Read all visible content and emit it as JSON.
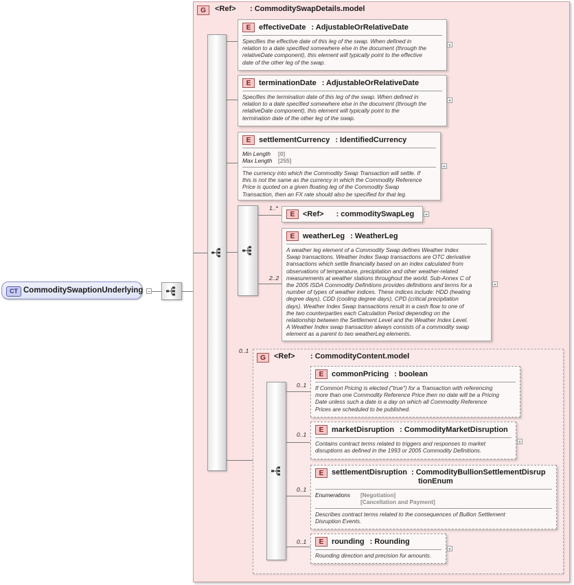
{
  "root": {
    "badge": "CT",
    "name": "CommoditySwaptionUnderlying",
    "collapse": "−"
  },
  "outer_group": {
    "badge": "G",
    "ref": "<Ref>",
    "name": ": CommoditySwapDetails.model"
  },
  "elements": {
    "effectiveDate": {
      "badge": "E",
      "name": "effectiveDate",
      "type": ": AdjustableOrRelativeDate",
      "doc": [
        "Specifies the effective date of this leg of the swap. When defined in",
        "relation to a date specified somewhere else in the document (through the",
        "relativeDate component), this element will typically point to the effective",
        "date of the other leg of the swap."
      ]
    },
    "terminationDate": {
      "badge": "E",
      "name": "terminationDate",
      "type": ": AdjustableOrRelativeDate",
      "doc": [
        "Specifies the termination date of this leg of the swap. When defined in",
        "relation to a date specified somewhere else in the document (through the",
        "relativeDate component), this element will typically point to the",
        "termination date of the other leg of the swap."
      ]
    },
    "settlementCurrency": {
      "badge": "E",
      "name": "settlementCurrency",
      "type": ": IdentifiedCurrency",
      "facets": [
        {
          "k": "Min Length",
          "v": "[0]"
        },
        {
          "k": "Max Length",
          "v": "[255]"
        }
      ],
      "doc": [
        "The currency into which the Commodity Swap Transaction will settle. If",
        "this is not the same as the currency in which the Commodity Reference",
        "Price is quoted on a given floating leg of the Commodity Swap",
        "Transaction, then an FX rate should also be specified for that leg."
      ]
    },
    "commoditySwapLeg": {
      "badge": "E",
      "ref": "<Ref>",
      "name": ": commoditySwapLeg",
      "occ": "1..*"
    },
    "weatherLeg": {
      "badge": "E",
      "name": "weatherLeg",
      "type": ": WeatherLeg",
      "occ": "2..2",
      "doc": [
        "A weather leg element of a Commodity Swap defines Weather Index",
        "Swap transactions. Weather Index Swap transactions are OTC derivative",
        "transactions which settle financially based on an index calculated from",
        "observations of temperature, precipitation and other weather-related",
        "measurements at weather stations throughout the world. Sub-Annex C of",
        "the 2005 ISDA Commodity Definitions provides definitions and terms for a",
        "number of types of weather indices. These indices include: HDD (heating",
        "degree days), CDD (cooling degree days), CPD (critical precipitation",
        "days). Weather Index Swap transactions result in a cash flow to one of",
        "the two counterparties each Calculation Period depending on the",
        "relationship between the Settlement Level and the Weather Index Level.",
        "A Weather Index swap transaction always consists of a commodity swap",
        "element as a parent to two weatherLeg elements."
      ]
    },
    "commonPricing": {
      "badge": "E",
      "name": "commonPricing",
      "type": ": boolean",
      "occ": "0..1",
      "doc": [
        "If Common Pricing is elected (\"true\") for a Transaction with referencing",
        "more than one Commodity Reference Price then no date will be a Pricing",
        "Date unless such a date is a day on which all Commodity Reference",
        "Prices are scheduled to be published."
      ]
    },
    "marketDisruption": {
      "badge": "E",
      "name": "marketDisruption",
      "type": ": CommodityMarketDisruption",
      "occ": "0..1",
      "doc": [
        "Contains contract terms related to triggers and responses to market",
        "disruptions as defined in the 1993 or 2005 Commodity Definitions."
      ]
    },
    "settlementDisruption": {
      "badge": "E",
      "name": "settlementDisruption",
      "type_line1": ": CommodityBullionSettlementDisrup",
      "type_line2": "tionEnum",
      "occ": "0..1",
      "enum_label": "Enumerations",
      "enums": [
        "[Negotiation]",
        "[Cancellation and Payment]"
      ],
      "doc": [
        "Describes contract terms related to the consequences of Bullion Settlement",
        "Disruption Events."
      ]
    },
    "rounding": {
      "badge": "E",
      "name": "rounding",
      "type": ": Rounding",
      "occ": "0..1",
      "doc": [
        "Rounding direction and precision for amounts."
      ]
    }
  },
  "inner_group": {
    "badge": "G",
    "ref": "<Ref>",
    "name": ": CommodityContent.model",
    "occ": "0..1"
  },
  "expand_symbol": "+",
  "icons": {
    "sequence": "sequence-icon",
    "expand": "expand-icon",
    "collapse": "collapse-icon"
  }
}
